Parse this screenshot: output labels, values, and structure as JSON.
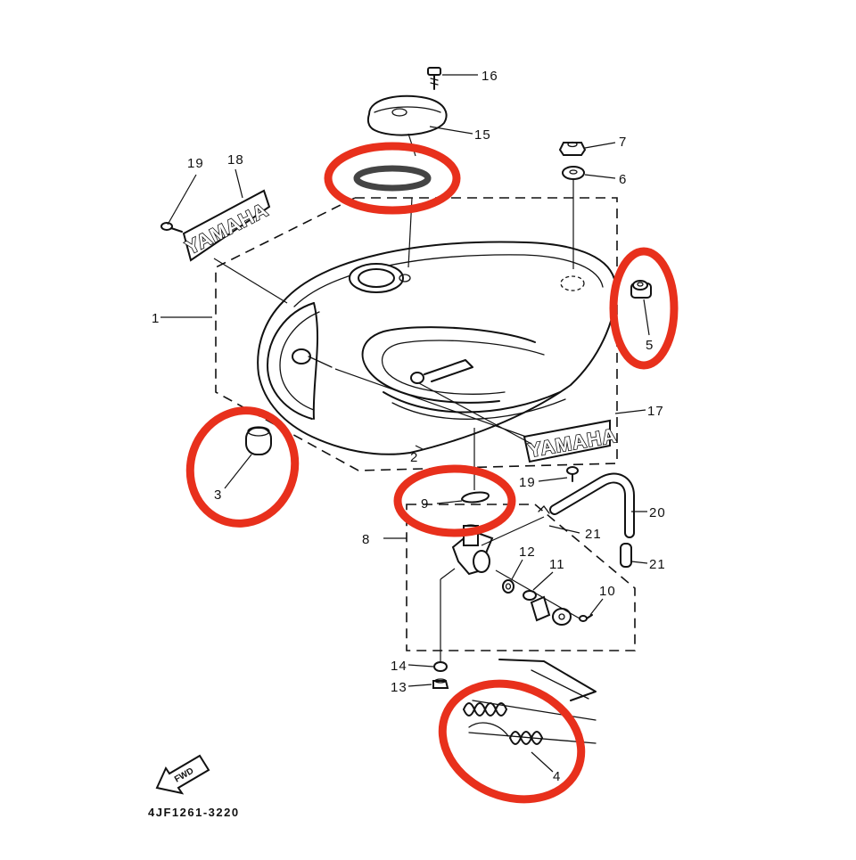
{
  "diagram": {
    "part_code": "4JF1261-3220",
    "fwd_label": "FWD",
    "emblem_left_text": "YAMAHA",
    "emblem_right_text": "YAMAHA",
    "highlight_color": "#e8301c",
    "ink_color": "#111111",
    "callouts": [
      {
        "id": "c1",
        "label": "1"
      },
      {
        "id": "c2",
        "label": "2"
      },
      {
        "id": "c3",
        "label": "3"
      },
      {
        "id": "c4",
        "label": "4"
      },
      {
        "id": "c5",
        "label": "5"
      },
      {
        "id": "c6",
        "label": "6"
      },
      {
        "id": "c7",
        "label": "7"
      },
      {
        "id": "c8",
        "label": "8"
      },
      {
        "id": "c9",
        "label": "9"
      },
      {
        "id": "c10",
        "label": "10"
      },
      {
        "id": "c11",
        "label": "11"
      },
      {
        "id": "c12",
        "label": "12"
      },
      {
        "id": "c13",
        "label": "13"
      },
      {
        "id": "c14",
        "label": "14"
      },
      {
        "id": "c15",
        "label": "15"
      },
      {
        "id": "c16",
        "label": "16"
      },
      {
        "id": "c17",
        "label": "17"
      },
      {
        "id": "c18",
        "label": "18"
      },
      {
        "id": "c19a",
        "label": "19"
      },
      {
        "id": "c19b",
        "label": "19"
      },
      {
        "id": "c20",
        "label": "20"
      },
      {
        "id": "c21a",
        "label": "21"
      },
      {
        "id": "c21b",
        "label": "21"
      }
    ],
    "highlighted_parts": [
      "3",
      "4",
      "5",
      "9",
      "gasket"
    ]
  }
}
